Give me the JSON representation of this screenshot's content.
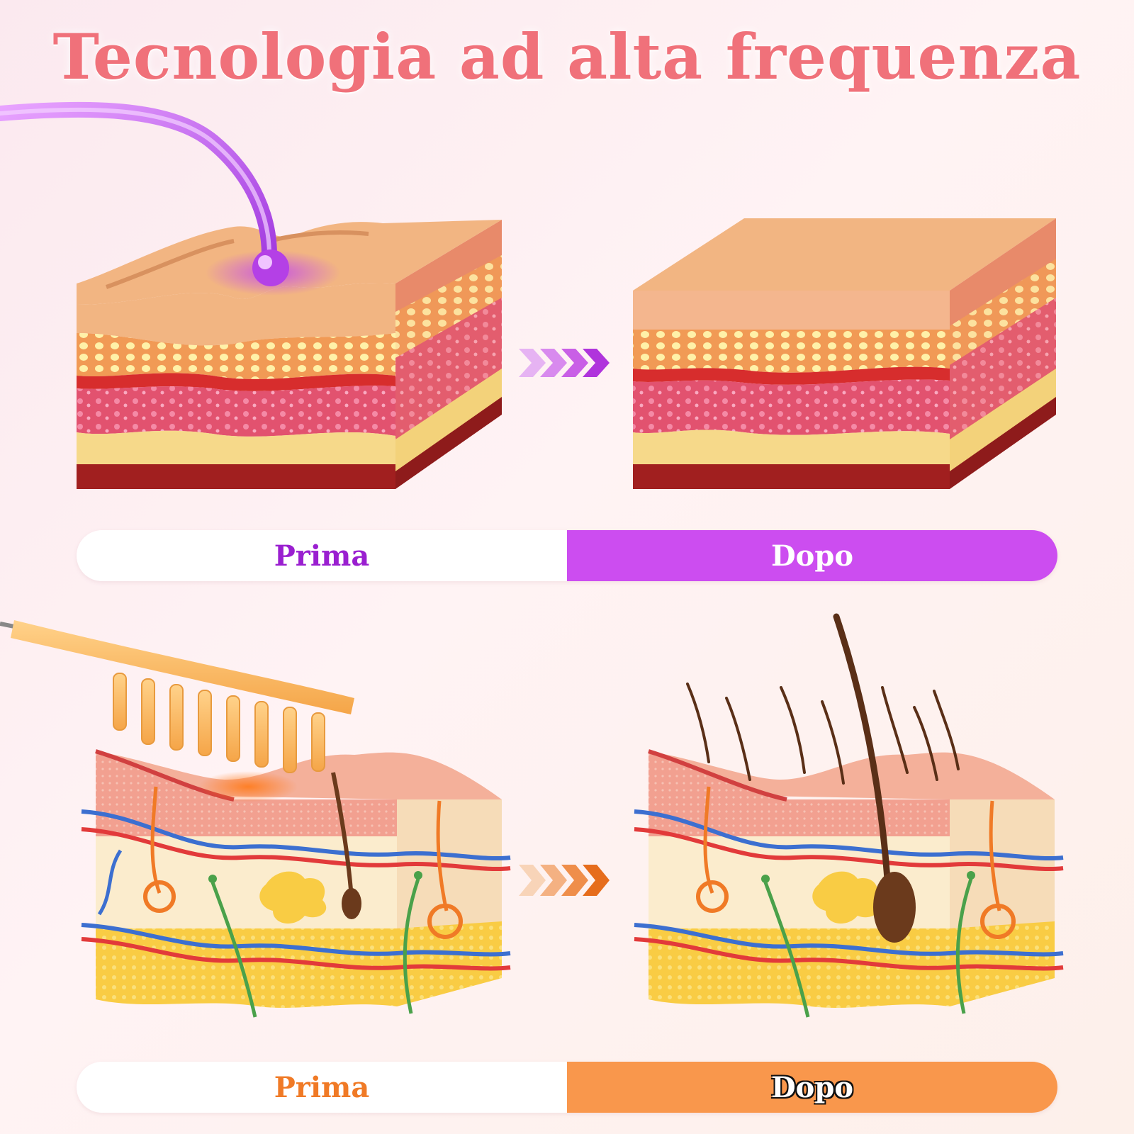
{
  "title": "Tecnologia ad alta frequenza",
  "panels": {
    "top": {
      "before_label": "Prima",
      "after_label": "Dopo"
    },
    "bottom": {
      "before_label": "Prima",
      "after_label": "Dopo"
    }
  },
  "colors": {
    "title": "#f0717a",
    "purple_accent": "#cc4df0",
    "purple_text": "#9a1fd0",
    "orange_accent": "#f9974c",
    "orange_text": "#f07a26"
  },
  "icons": [
    "purple-mushroom-electrode-icon",
    "orange-comb-electrode-icon",
    "arrow-chevrons-icon"
  ]
}
